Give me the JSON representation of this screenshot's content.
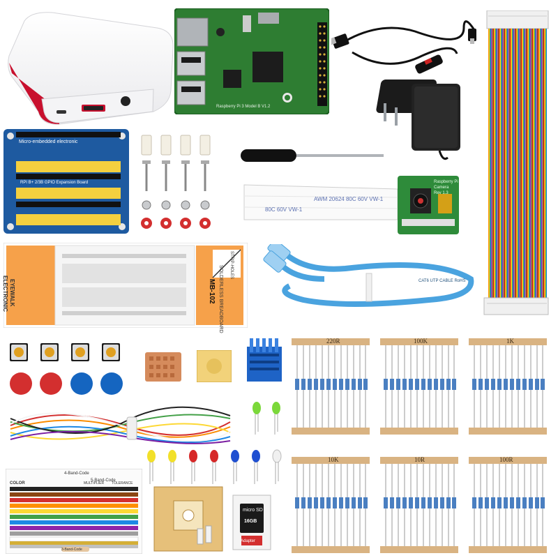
{
  "board": {
    "silk": "Raspberry Pi 3 Model B V1.2",
    "brand": "RASPBERRY PI"
  },
  "gpio_board": {
    "title": "Micro-embedded electronic",
    "subtitle": "RPI B+ 2/3B GPIO Expansion Board"
  },
  "ribbon_cable": {
    "print_1": "AWM 20624 80C 60V VW-1",
    "print_2": "80C 60V VW-1"
  },
  "camera": {
    "label_1": "Raspberry Pi",
    "label_2": "Camera",
    "label_3": "Rev 1.3"
  },
  "breadboard_pack": {
    "brand_1": "EYEWALK",
    "brand_2": "ELECTRONIC",
    "title": "SOLDERLESS BREADBOARD",
    "model": "MB-102",
    "sub": "STRIP-HOLES"
  },
  "ethernet": {
    "print": "CAT6 UTP CABLE RoHS"
  },
  "resistor_strips": [
    {
      "label": "220R"
    },
    {
      "label": "100K"
    },
    {
      "label": "1K"
    },
    {
      "label": "10K"
    },
    {
      "label": "10R"
    },
    {
      "label": "100R"
    }
  ],
  "sd_card": {
    "brand": "micro SD",
    "cap": "16GB",
    "adapter": "Adapter"
  },
  "color_code_card": {
    "title_1": "4-Band-Code",
    "title_2": "5-Band-Code",
    "title_3": "3-Band-Code",
    "header_color": "COLOR",
    "header_mult": "MULTIPLIER",
    "header_tol": "TOLERANCE",
    "rows": [
      "Black",
      "Brown",
      "Red",
      "Orange",
      "Yellow",
      "Green",
      "Blue",
      "Violet",
      "Grey",
      "White",
      "Gold",
      "Silver"
    ]
  },
  "colors": {
    "pcb_green": "#2e7d32",
    "pcb_blue": "#1e5aa0",
    "case_red": "#c8102e",
    "tape": "#d9b382",
    "eth_blue": "#4aa3df",
    "heatsink_blue": "#1e63c6",
    "copper": "#d58b5c"
  }
}
